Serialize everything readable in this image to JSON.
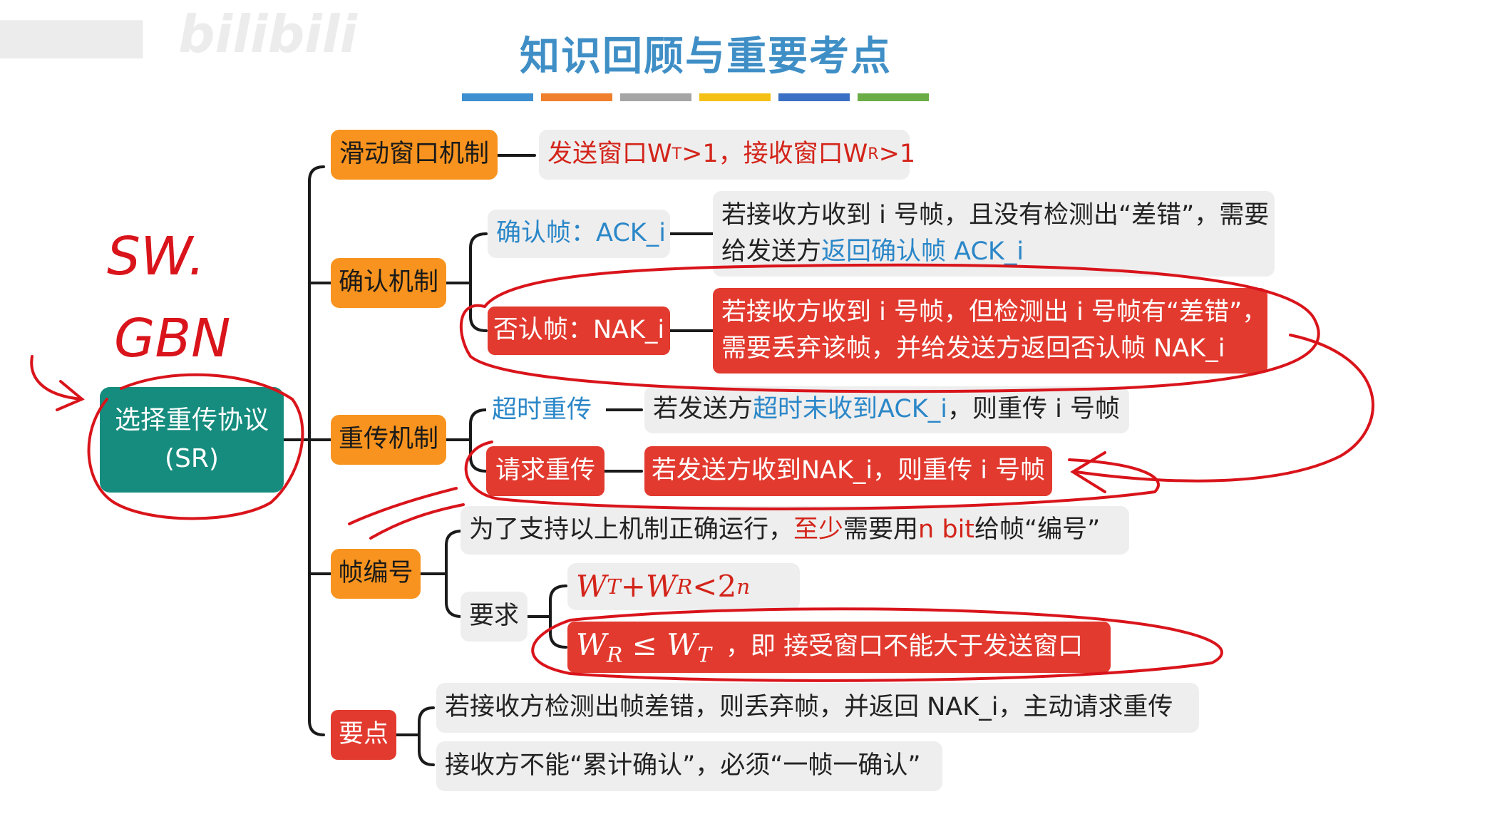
{
  "watermark": {
    "text": "bilibili"
  },
  "title": "知识回顾与重要考点",
  "stripes": [
    "#3d8fd0",
    "#ef7f2c",
    "#a5a5a5",
    "#f5c016",
    "#3c70c4",
    "#6aac45"
  ],
  "root": {
    "line1": "选择重传协议",
    "line2": "(SR)"
  },
  "sliding": {
    "label": "滑动窗口机制",
    "desc_a": "发送窗口W",
    "desc_a_sub": "T",
    "desc_b": ">1，接收窗口W",
    "desc_b_sub": "R",
    "desc_c": ">1"
  },
  "ack": {
    "label": "确认机制",
    "ack_label": "确认帧：ACK_i",
    "ack_desc_line1": "若接收方收到 i 号帧，且没有检测出“差错”，需要",
    "ack_desc_line2_a": "给发送方",
    "ack_desc_line2_b": "返回确认帧 ACK_i",
    "nak_label": "否认帧：NAK_i",
    "nak_desc_line1": "若接收方收到 i 号帧，但检测出 i 号帧有“差错”，",
    "nak_desc_line2": "需要丢弃该帧，并给发送方返回否认帧 NAK_i"
  },
  "retrans": {
    "label": "重传机制",
    "timeout_label": "超时重传",
    "timeout_desc_a": "若发送方",
    "timeout_desc_b": "超时未收到ACK_i",
    "timeout_desc_c": "，则重传 i 号帧",
    "request_label": "请求重传",
    "request_desc": "若发送方收到NAK_i，则重传 i 号帧"
  },
  "numbering": {
    "label": "帧编号",
    "desc_a": "为了支持以上机制正确运行，",
    "desc_b": "至少",
    "desc_c": "需要用",
    "desc_d": " n bit ",
    "desc_e": "给帧“编号”",
    "req_label": "要求",
    "formula1": {
      "a": "W",
      "a_sub": "T",
      "op1": " + ",
      "b": "W",
      "b_sub": "R",
      "op2": " < ",
      "c": "2",
      "c_sup": "n"
    },
    "formula2": {
      "a": "W",
      "a_sub": "R",
      "op": " ≤ ",
      "b": "W",
      "b_sub": "T",
      "text": "，即 接受窗口不能大于发送窗口"
    }
  },
  "keypoints": {
    "label": "要点",
    "p1": "若接收方检测出帧差错，则丢弃帧，并返回 NAK_i，主动请求重传",
    "p2": "接收方不能“累计确认”，必须“一帧一确认”"
  },
  "handwriting": {
    "line1": "SW.",
    "line2": "GBN"
  },
  "colors": {
    "orange": "#f7931e",
    "red": "#e23a2f",
    "teal": "#168c7e",
    "blue": "#2b87c8",
    "ink": "#d9141b"
  }
}
